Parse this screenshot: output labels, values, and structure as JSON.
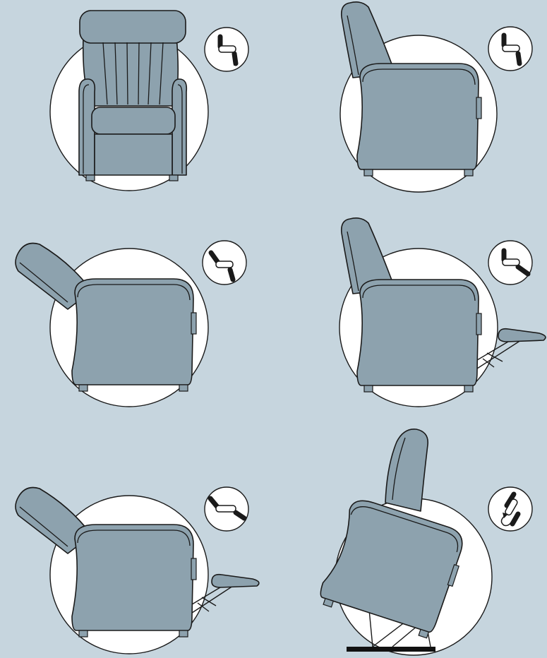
{
  "page": {
    "background": "#c6d5de"
  },
  "colors": {
    "upholstery": "#8da2ae",
    "outline": "#1a1a1a",
    "circle": "#ffffff",
    "floor_bar": "#111111"
  },
  "panels": [
    {
      "id": "upright-front",
      "chair_view": "front",
      "switch_icon": "hand-control-rest-icon"
    },
    {
      "id": "upright-side",
      "chair_view": "side",
      "switch_icon": "hand-control-rest-icon"
    },
    {
      "id": "back-reclined",
      "chair_view": "side-reclined",
      "switch_icon": "hand-control-back-icon"
    },
    {
      "id": "footrest-raised",
      "chair_view": "side-footrest",
      "switch_icon": "hand-control-leg-icon"
    },
    {
      "id": "full-recline",
      "chair_view": "side-reclined-footrest",
      "switch_icon": "hand-control-both-icon"
    },
    {
      "id": "lift-tilt",
      "chair_view": "side-lifted",
      "switch_icon": "hand-control-rotate-icon"
    }
  ]
}
